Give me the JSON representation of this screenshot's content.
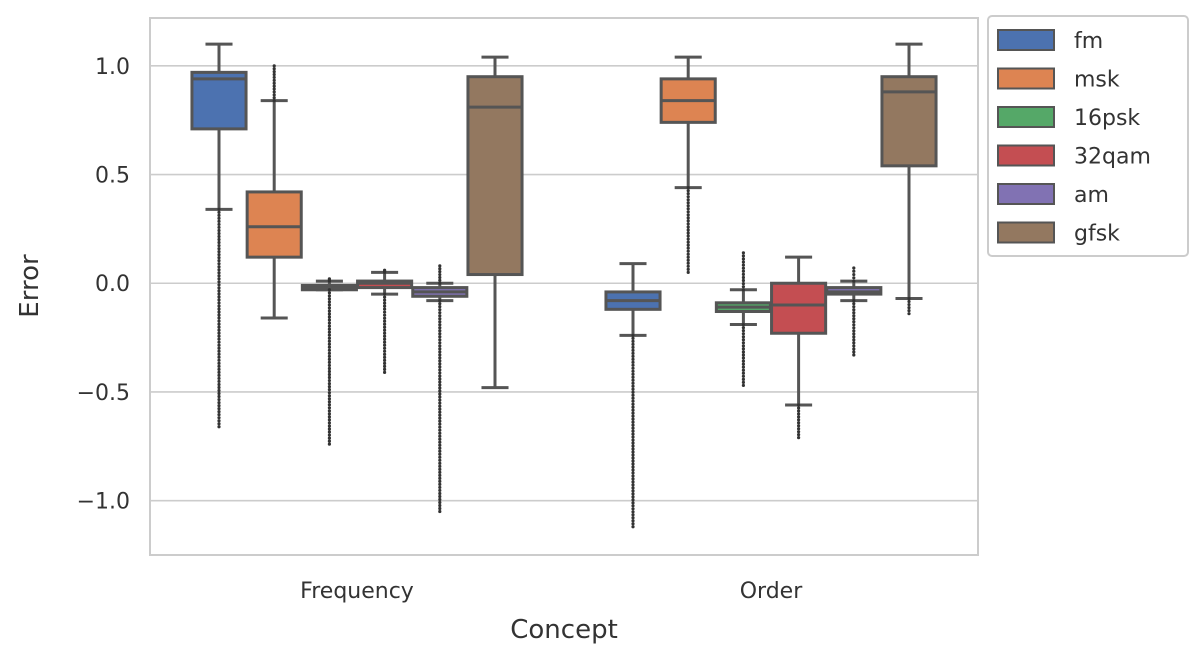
{
  "chart_data": {
    "type": "box",
    "xlabel": "Concept",
    "ylabel": "Error",
    "ylim": [
      -1.25,
      1.22
    ],
    "yticks": [
      {
        "value": 1.0,
        "label": "1.0"
      },
      {
        "value": 0.5,
        "label": "0.5"
      },
      {
        "value": 0.0,
        "label": "0.0"
      },
      {
        "value": -0.5,
        "label": "−0.5"
      },
      {
        "value": -1.0,
        "label": "−1.0"
      }
    ],
    "grid": true,
    "legend_position": "outside-top-right",
    "categories": [
      "Frequency",
      "Order"
    ],
    "series": [
      {
        "name": "fm",
        "color": "#4c72b0",
        "boxes": [
          {
            "q1": 0.71,
            "median": 0.94,
            "q3": 0.97,
            "whislo": 0.34,
            "whishi": 1.1,
            "fliers_low": -0.66,
            "fliers_high": null
          },
          {
            "q1": -0.12,
            "median": -0.08,
            "q3": -0.04,
            "whislo": -0.24,
            "whishi": 0.09,
            "fliers_low": -1.12,
            "fliers_high": null
          }
        ]
      },
      {
        "name": "msk",
        "color": "#dd8452",
        "boxes": [
          {
            "q1": 0.12,
            "median": 0.26,
            "q3": 0.42,
            "whislo": -0.16,
            "whishi": 0.84,
            "fliers_low": null,
            "fliers_high": 1.0
          },
          {
            "q1": 0.74,
            "median": 0.84,
            "q3": 0.94,
            "whislo": 0.44,
            "whishi": 1.04,
            "fliers_low": 0.05,
            "fliers_high": null
          }
        ]
      },
      {
        "name": "16psk",
        "color": "#55a868",
        "boxes": [
          {
            "q1": -0.03,
            "median": -0.02,
            "q3": -0.01,
            "whislo": -0.03,
            "whishi": 0.01,
            "fliers_low": -0.74,
            "fliers_high": 0.02
          },
          {
            "q1": -0.13,
            "median": -0.11,
            "q3": -0.09,
            "whislo": -0.19,
            "whishi": -0.03,
            "fliers_low": -0.47,
            "fliers_high": 0.14
          }
        ]
      },
      {
        "name": "32qam",
        "color": "#c44e52",
        "boxes": [
          {
            "q1": -0.02,
            "median": 0.0,
            "q3": 0.01,
            "whislo": -0.05,
            "whishi": 0.05,
            "fliers_low": -0.41,
            "fliers_high": 0.06
          },
          {
            "q1": -0.23,
            "median": -0.1,
            "q3": 0.0,
            "whislo": -0.56,
            "whishi": 0.12,
            "fliers_low": -0.71,
            "fliers_high": null
          }
        ]
      },
      {
        "name": "am",
        "color": "#8172b3",
        "boxes": [
          {
            "q1": -0.06,
            "median": -0.04,
            "q3": -0.02,
            "whislo": -0.08,
            "whishi": 0.0,
            "fliers_low": -1.05,
            "fliers_high": 0.08
          },
          {
            "q1": -0.05,
            "median": -0.04,
            "q3": -0.02,
            "whislo": -0.08,
            "whishi": 0.01,
            "fliers_low": -0.33,
            "fliers_high": 0.07
          }
        ]
      },
      {
        "name": "gfsk",
        "color": "#937860",
        "boxes": [
          {
            "q1": 0.04,
            "median": 0.81,
            "q3": 0.95,
            "whislo": -0.48,
            "whishi": 1.04,
            "fliers_low": null,
            "fliers_high": null
          },
          {
            "q1": 0.54,
            "median": 0.88,
            "q3": 0.95,
            "whislo": -0.07,
            "whishi": 1.1,
            "fliers_low": -0.14,
            "fliers_high": null
          }
        ]
      }
    ]
  }
}
